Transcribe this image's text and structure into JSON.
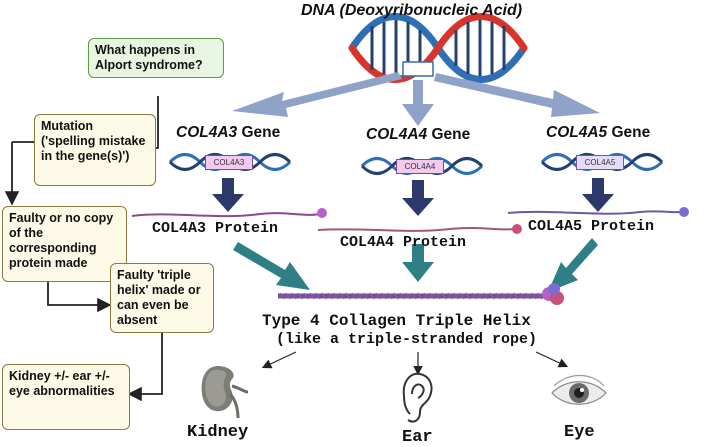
{
  "title": "DNA (Deoxyribonucleic Acid)",
  "boxes": {
    "question": "What happens in Alport syndrome?",
    "mutation": "Mutation ('spelling mistake in the gene(s)')",
    "faulty_copy": "Faulty or no copy of the corresponding protein made",
    "faulty_helix": "Faulty 'triple helix' made or can even be absent",
    "outcome": "Kidney +/- ear +/- eye abnormalities"
  },
  "genes": [
    {
      "name": "COL4A3",
      "suffix": " Gene",
      "chip": "COL4A3",
      "protein": "COL4A3 Protein"
    },
    {
      "name": "COL4A4",
      "suffix": " Gene",
      "chip": "COL4A4",
      "protein": "COL4A4 Protein"
    },
    {
      "name": "COL4A5",
      "suffix": " Gene",
      "chip": "COL4A5",
      "protein": "COL4A5 Protein"
    }
  ],
  "helix": {
    "title": "Type 4 Collagen Triple Helix",
    "subtitle": "(like a triple-stranded rope)"
  },
  "organs": {
    "kidney": "Kidney",
    "ear": "Ear",
    "eye": "Eye"
  },
  "colors": {
    "dna_red": "#d9342b",
    "dna_blue": "#2f6fb5",
    "dna_navy": "#23406e",
    "big_arrow": "#8fa3c9",
    "gene_arrow": "#2b3a6b",
    "teal_arrow": "#2e7f86",
    "protein_line": "#8a4a8f",
    "protein_dot": "#b760c9",
    "box_fill": "#fdf9e7",
    "box_border": "#8c7a3c",
    "question_fill": "#e8f5e1",
    "question_border": "#5e9a4a"
  }
}
